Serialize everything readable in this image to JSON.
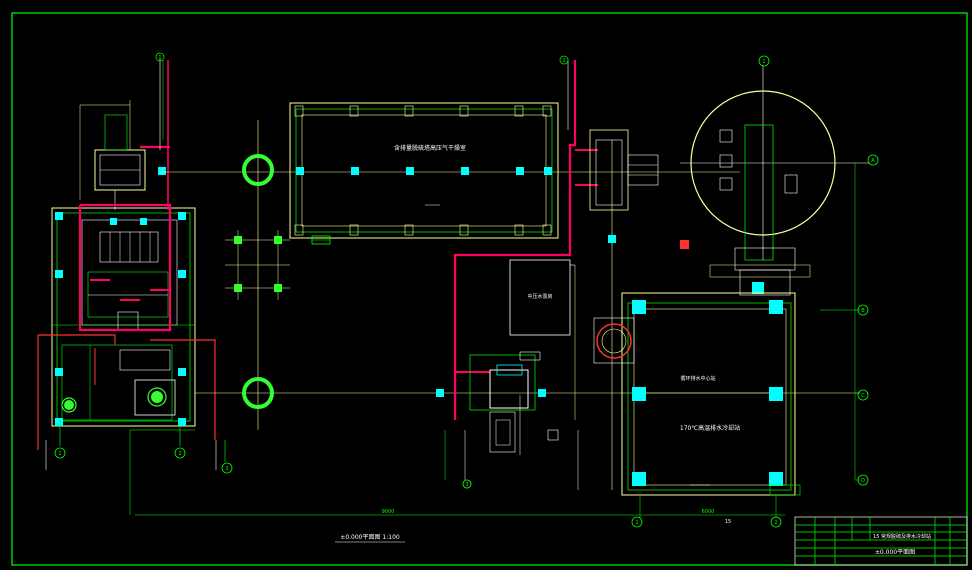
{
  "drawing": {
    "background": "#000000",
    "colors": {
      "frame": "#00ff00",
      "wall": "#ffff99",
      "column": "#00ffff",
      "pipe": "#ff0066",
      "red": "#ff3030",
      "white": "#ffffff",
      "green": "#33ff33"
    },
    "labels": {
      "top_hall": "含排量脱硫塔高压气干燥室",
      "pump_room": "中压水泵房",
      "right_room_a": "循环排水中心站",
      "right_room_b": "170℃高温排水冷却站",
      "plan_title_main": "±0.000平面图 1:100",
      "plan_title_block": "±0.000平面图",
      "block_project": "15  常规脱硫及排水冷却站"
    },
    "axes": {
      "top_left": "1",
      "top_middle": "2",
      "top_right": "1",
      "bottom_left_1": "1",
      "bottom_left_2": "2",
      "bottom_left_3": "3",
      "bottom_mid": "3",
      "bottom_right_1": "1",
      "bottom_right_2": "2",
      "side_a": "A",
      "side_b": "B",
      "side_c": "C",
      "side_d": "D"
    },
    "dims": {
      "bottom_left": "9000",
      "bottom_right": "6000",
      "bottom_right_tag": "15"
    }
  }
}
